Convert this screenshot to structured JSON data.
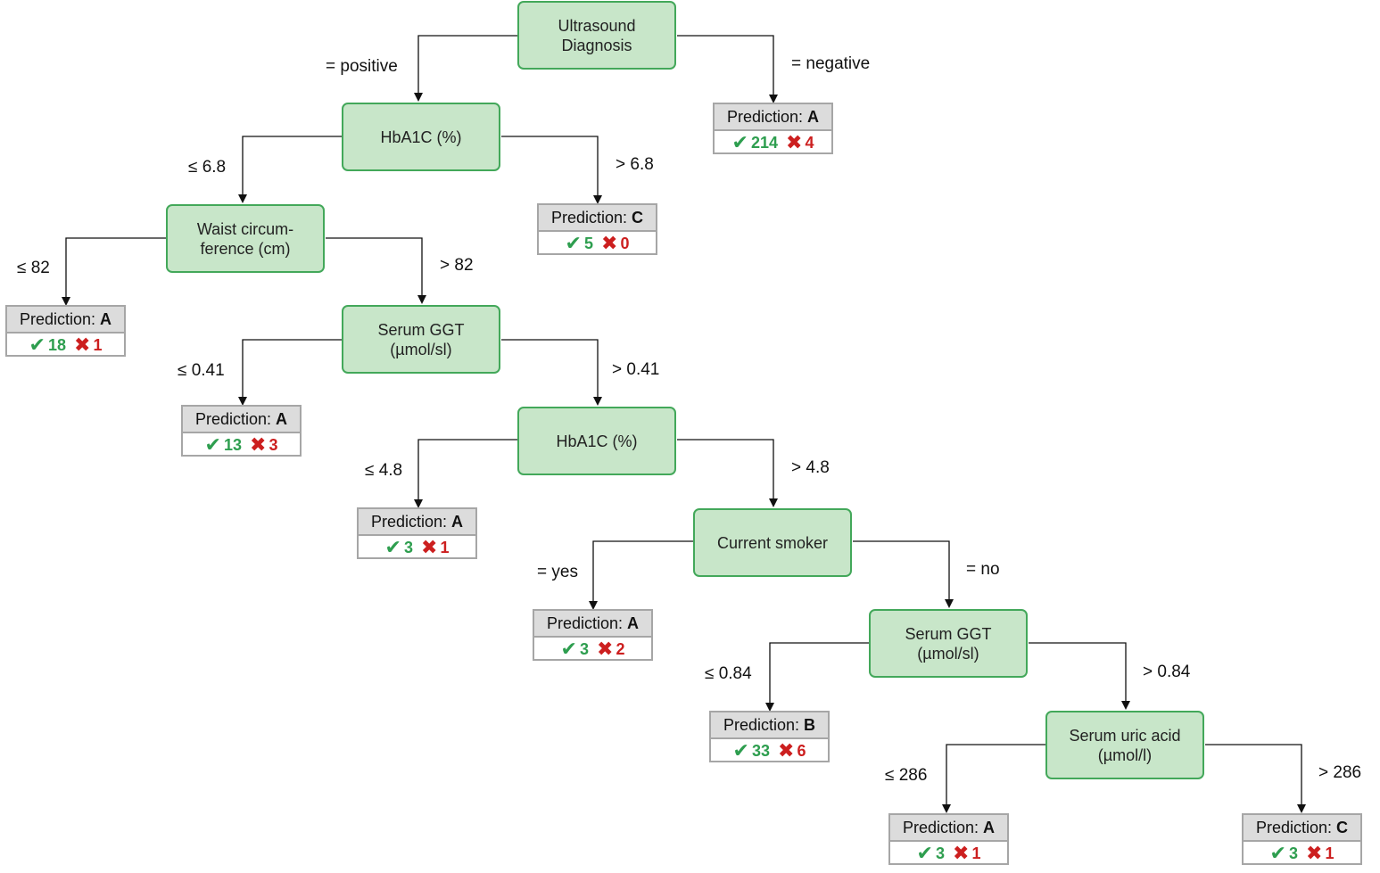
{
  "nodes": [
    {
      "label": "Ultrasound Diagnosis",
      "lines": [
        "Ultrasound",
        "Diagnosis"
      ]
    },
    {
      "label": "HbA1C (%)",
      "lines": [
        "HbA1C (%)"
      ]
    },
    {
      "label": "Waist circumference (cm)",
      "lines": [
        "Waist circum-",
        "ference (cm)"
      ]
    },
    {
      "label": "Serum GGT (µmol/sl)",
      "lines": [
        "Serum GGT",
        "(µmol/sl)"
      ]
    },
    {
      "label": "HbA1C (%)",
      "lines": [
        "HbA1C (%)"
      ]
    },
    {
      "label": "Current smoker",
      "lines": [
        "Current smoker"
      ]
    },
    {
      "label": "Serum GGT (µmol/sl)",
      "lines": [
        "Serum GGT",
        "(µmol/sl)"
      ]
    },
    {
      "label": "Serum uric acid (µmol/l)",
      "lines": [
        "Serum uric acid",
        "(µmol/l)"
      ]
    }
  ],
  "edges": [
    {
      "label": "= positive"
    },
    {
      "label": "= negative"
    },
    {
      "label": "≤ 6.8"
    },
    {
      "label": "> 6.8"
    },
    {
      "label": "≤ 82"
    },
    {
      "label": "> 82"
    },
    {
      "label": "≤ 0.41"
    },
    {
      "label": "> 0.41"
    },
    {
      "label": "≤ 4.8"
    },
    {
      "label": "> 4.8"
    },
    {
      "label": "= yes"
    },
    {
      "label": "= no"
    },
    {
      "label": "≤ 0.84"
    },
    {
      "label": "> 0.84"
    },
    {
      "label": "≤ 286"
    },
    {
      "label": "> 286"
    }
  ],
  "leaf_prefix": "Prediction:",
  "leaves": [
    {
      "prediction": "A",
      "correct": "214",
      "wrong": "4"
    },
    {
      "prediction": "C",
      "correct": "5",
      "wrong": "0"
    },
    {
      "prediction": "A",
      "correct": "18",
      "wrong": "1"
    },
    {
      "prediction": "A",
      "correct": "13",
      "wrong": "3"
    },
    {
      "prediction": "A",
      "correct": "3",
      "wrong": "1"
    },
    {
      "prediction": "A",
      "correct": "3",
      "wrong": "2"
    },
    {
      "prediction": "B",
      "correct": "33",
      "wrong": "6"
    },
    {
      "prediction": "A",
      "correct": "3",
      "wrong": "1"
    },
    {
      "prediction": "C",
      "correct": "3",
      "wrong": "1"
    }
  ]
}
